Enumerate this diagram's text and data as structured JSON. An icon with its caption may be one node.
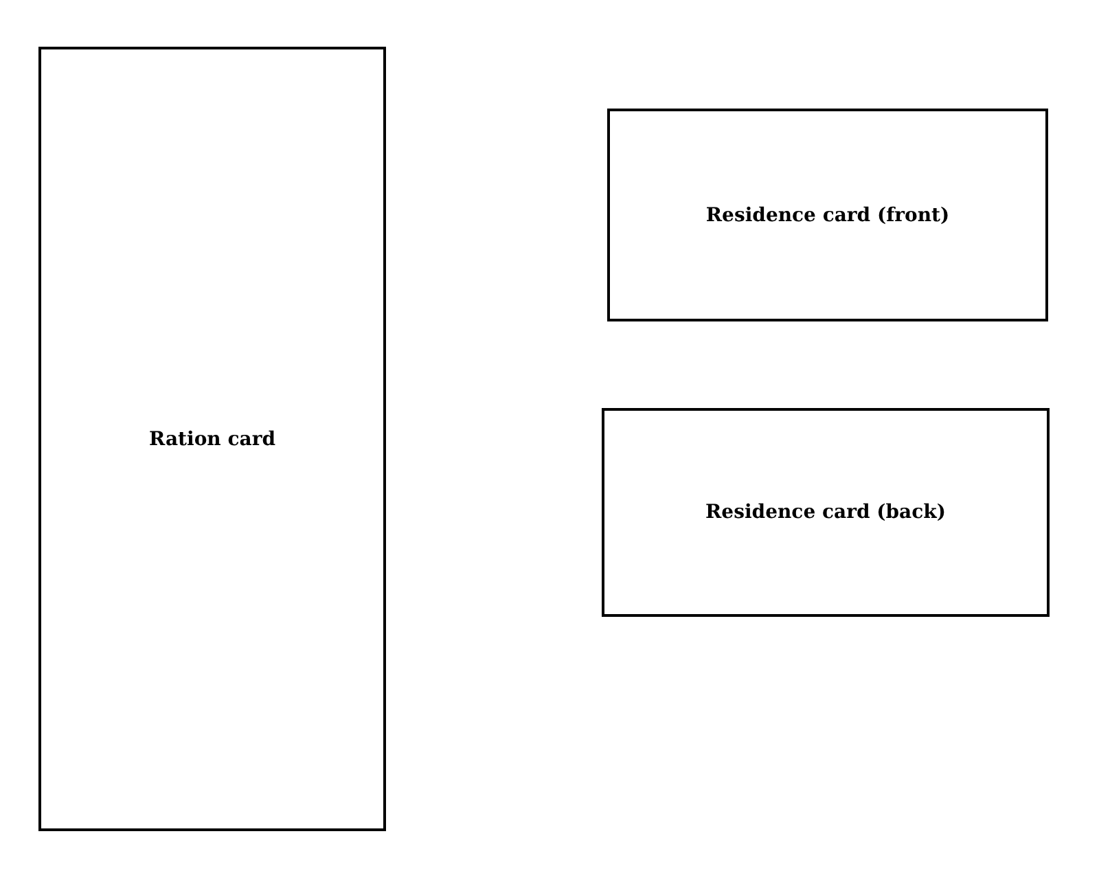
{
  "diagram": {
    "nodes": [
      {
        "text": [
          "Ration card"
        ]
      },
      {
        "text": [
          "Residence card (front)"
        ]
      },
      {
        "text": [
          "Residence card (back)"
        ]
      }
    ]
  }
}
